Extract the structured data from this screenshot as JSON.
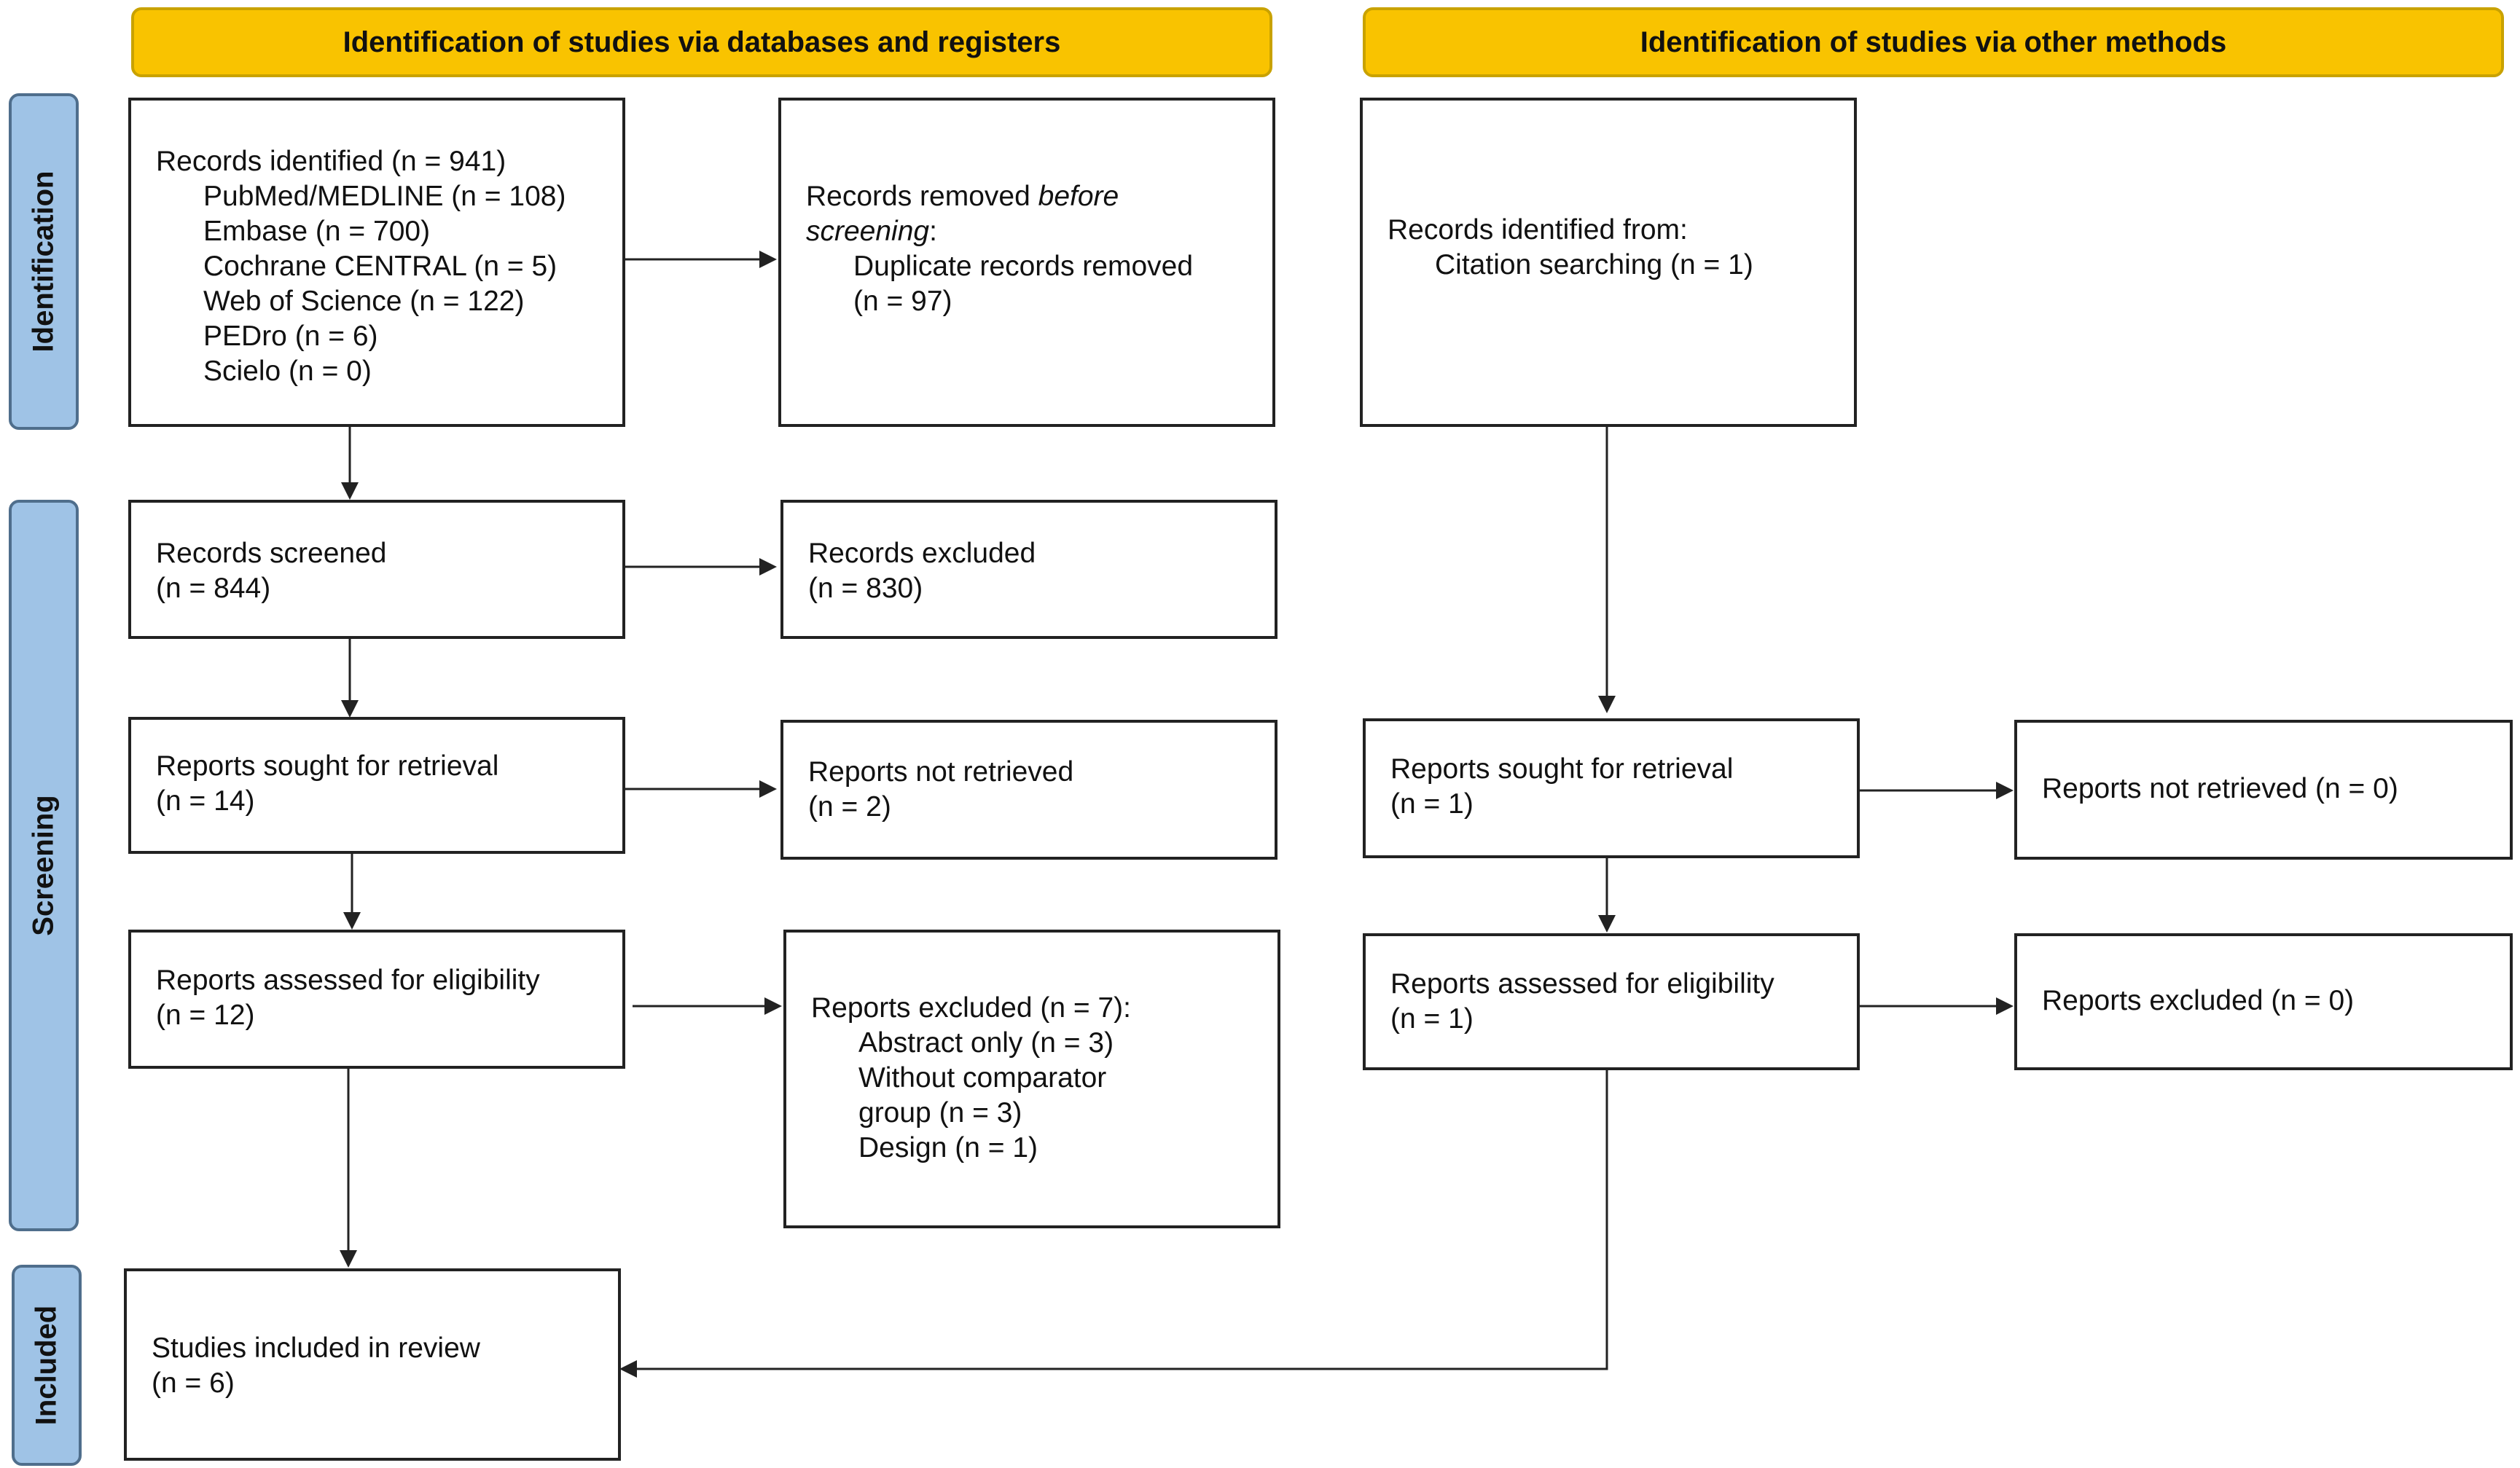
{
  "headers": {
    "databases": "Identification of studies via databases and registers",
    "other": "Identification of studies via other methods"
  },
  "phases": {
    "identification": "Identification",
    "screening": "Screening",
    "included": "Included"
  },
  "left": {
    "records_identified": {
      "title": "Records identified (n = 941)",
      "sources": [
        "PubMed/MEDLINE (n = 108)",
        "Embase (n = 700)",
        "Cochrane CENTRAL (n = 5)",
        "Web of Science (n = 122)",
        "PEDro (n = 6)",
        "Scielo (n = 0)"
      ]
    },
    "records_removed": {
      "line1_prefix": "Records removed ",
      "line1_italic": "before",
      "line2_italic": "screening",
      "line2_suffix": ":",
      "item": "Duplicate records removed",
      "count": "(n = 97)"
    },
    "records_screened": {
      "label": "Records screened",
      "count": "(n = 844)"
    },
    "records_excluded": {
      "label": "Records excluded",
      "count": "(n = 830)"
    },
    "reports_sought": {
      "label": "Reports sought for retrieval",
      "count": "(n = 14)"
    },
    "reports_not_retrieved": {
      "label": "Reports not retrieved",
      "count": "(n = 2)"
    },
    "reports_assessed": {
      "label": "Reports assessed for eligibility",
      "count": "(n = 12)"
    },
    "reports_excluded": {
      "title": "Reports excluded (n = 7):",
      "reasons": [
        "Abstract only (n = 3)",
        "Without comparator",
        "group (n = 3)",
        "Design (n = 1)"
      ]
    },
    "studies_included": {
      "label": "Studies included in review",
      "count": "(n = 6)"
    }
  },
  "right": {
    "records_identified": {
      "label": "Records identified from:",
      "item": "Citation searching (n = 1)"
    },
    "reports_sought": {
      "label": "Reports sought for retrieval",
      "count": "(n = 1)"
    },
    "reports_not_retrieved": {
      "label": "Reports not retrieved (n = 0)"
    },
    "reports_assessed": {
      "label": "Reports assessed for eligibility",
      "count": "(n = 1)"
    },
    "reports_excluded": {
      "label": "Reports excluded (n = 0)"
    }
  },
  "colors": {
    "header_fill": "#f9c300",
    "phase_fill": "#9fc3e6",
    "line": "#222222"
  }
}
